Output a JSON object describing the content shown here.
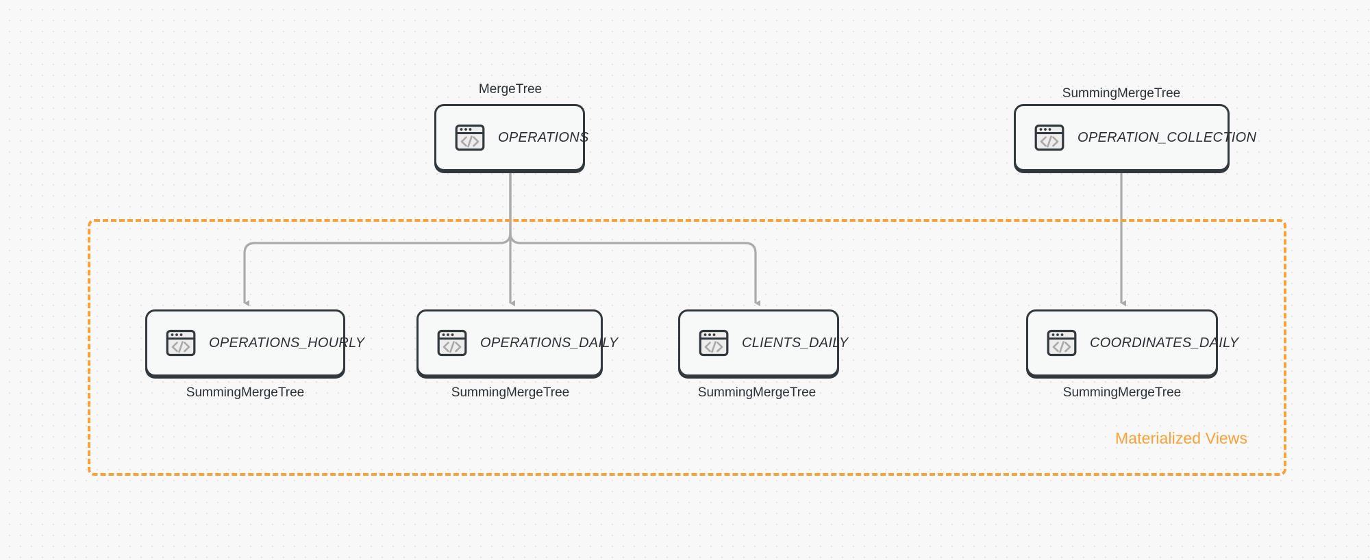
{
  "diagram": {
    "title": "ClickHouse table and materialized view topology",
    "colors": {
      "accent_orange": "#f9a13a",
      "node_border": "#33383d",
      "node_fill": "#f7f8f8",
      "edge_gray": "#aaaaaa",
      "background": "#f8f8f8"
    },
    "group": {
      "label": "Materialized Views",
      "border_style": "dashed",
      "color": "#f9a13a"
    },
    "source_nodes": [
      {
        "id": "operations",
        "label": "OPERATIONS",
        "engine": "MergeTree",
        "engine_position": "above",
        "icon": "code-window-icon"
      },
      {
        "id": "operation_collection",
        "label": "OPERATION_COLLECTION",
        "engine": "SummingMergeTree",
        "engine_position": "above",
        "icon": "code-window-icon"
      }
    ],
    "view_nodes": [
      {
        "id": "operations_hourly",
        "label": "OPERATIONS_HOURLY",
        "engine": "SummingMergeTree",
        "engine_position": "below",
        "icon": "code-window-icon"
      },
      {
        "id": "operations_daily",
        "label": "OPERATIONS_DAILY",
        "engine": "SummingMergeTree",
        "engine_position": "below",
        "icon": "code-window-icon"
      },
      {
        "id": "clients_daily",
        "label": "CLIENTS_DAILY",
        "engine": "SummingMergeTree",
        "engine_position": "below",
        "icon": "code-window-icon"
      },
      {
        "id": "coordinates_daily",
        "label": "COORDINATES_DAILY",
        "engine": "SummingMergeTree",
        "engine_position": "below",
        "icon": "code-window-icon"
      }
    ],
    "edges": [
      {
        "from": "operations",
        "to": "operations_hourly"
      },
      {
        "from": "operations",
        "to": "operations_daily"
      },
      {
        "from": "operations",
        "to": "clients_daily"
      },
      {
        "from": "operation_collection",
        "to": "coordinates_daily"
      }
    ]
  }
}
